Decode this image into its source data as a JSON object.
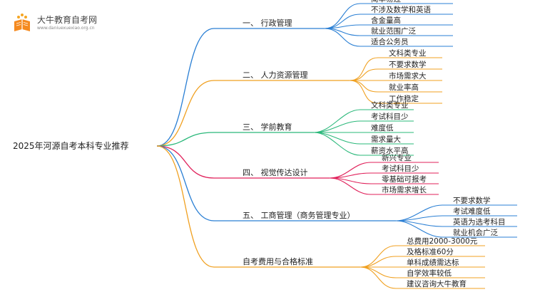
{
  "logo": {
    "title": "大牛教育自考网",
    "url": "www.daniuexuexiao.org.cn",
    "icon": "book-icon"
  },
  "root": {
    "label": "2025年河源自考本科专业推荐"
  },
  "branches": [
    {
      "label": "一、 行政管理",
      "color": "#2a7fd4",
      "leaves": [
        "简单易过",
        "不涉及数学和英语",
        "含金量高",
        "就业范围广泛",
        "适合公务员"
      ]
    },
    {
      "label": "二、 人力资源管理",
      "color": "#f0a020",
      "leaves": [
        "文科类专业",
        "不要求数学",
        "市场需求大",
        "就业率高",
        "工作稳定"
      ]
    },
    {
      "label": "三、 学前教育",
      "color": "#2ab87a",
      "leaves": [
        "文科类专业",
        "考试科目少",
        "难度低",
        "需求量大",
        "薪资水平高"
      ]
    },
    {
      "label": "四、 视觉传达设计",
      "color": "#e0205a",
      "leaves": [
        "新兴专业",
        "考试科目少",
        "零基础可报考",
        "市场需求增长"
      ]
    },
    {
      "label": "五、 工商管理（商务管理专业）",
      "color": "#2a7fd4",
      "leaves": [
        "不要求数学",
        "考试难度低",
        "英语为选考科目",
        "就业机会广泛"
      ]
    },
    {
      "label": "自考费用与合格标准",
      "color": "#f0a020",
      "leaves": [
        "总费用2000-3000元",
        "及格标准60分",
        "单科成绩需达标",
        "自学效率较低",
        "建议咨询大牛教育"
      ]
    }
  ]
}
